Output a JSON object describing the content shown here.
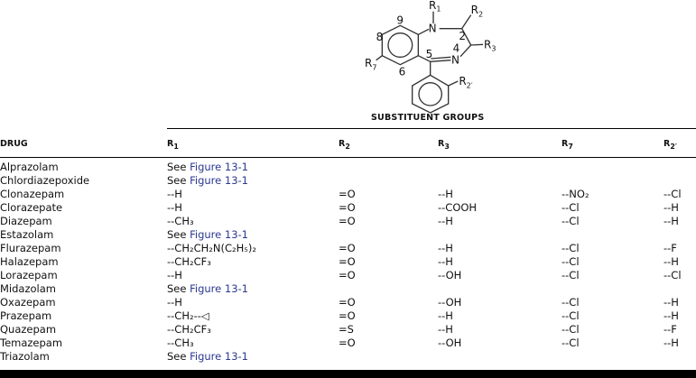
{
  "structure": {
    "labels": {
      "R1": "R",
      "R1s": "1",
      "R2": "R",
      "R2s": "2",
      "R3": "R",
      "R3s": "3",
      "R7": "R",
      "R7s": "7",
      "R2p": "R",
      "R2ps": "2′",
      "N1": "N",
      "N4": "N",
      "n2": "2",
      "n4": "4",
      "n5": "5",
      "n6": "6",
      "n8": "8",
      "n9": "9"
    },
    "title": "SUBSTITUENT GROUPS"
  },
  "table": {
    "headers": [
      "DRUG",
      "R",
      "R",
      "R",
      "R",
      "R"
    ],
    "header_subs": [
      "",
      "1",
      "2",
      "3",
      "7",
      "2′"
    ],
    "rows": [
      {
        "drug": "Alprazolam",
        "r1_prefix": "See ",
        "r1_link": "Figure 13-1"
      },
      {
        "drug": "Chlordiazepoxide",
        "r1_prefix": "See ",
        "r1_link": "Figure 13-1"
      },
      {
        "drug": "Clonazepam",
        "r1": "--H",
        "r2": "=O",
        "r3": "--H",
        "r7": "--NO₂",
        "r2p": "--Cl"
      },
      {
        "drug": "Clorazepate",
        "r1": "--H",
        "r2": "=O",
        "r3": "--COOH",
        "r7": "--Cl",
        "r2p": "--H"
      },
      {
        "drug": "Diazepam",
        "r1": "--CH₃",
        "r2": "=O",
        "r3": "--H",
        "r7": "--Cl",
        "r2p": "--H"
      },
      {
        "drug": "Estazolam",
        "r1_prefix": "See ",
        "r1_link": "Figure 13-1"
      },
      {
        "drug": "Flurazepam",
        "r1": "--CH₂CH₂N(C₂H₅)₂",
        "r2": "=O",
        "r3": "--H",
        "r7": "--Cl",
        "r2p": "--F"
      },
      {
        "drug": "Halazepam",
        "r1": "--CH₂CF₃",
        "r2": "=O",
        "r3": "--H",
        "r7": "--Cl",
        "r2p": "--H"
      },
      {
        "drug": "Lorazepam",
        "r1": "--H",
        "r2": "=O",
        "r3": "--OH",
        "r7": "--Cl",
        "r2p": "--Cl"
      },
      {
        "drug": "Midazolam",
        "r1_prefix": "See ",
        "r1_link": "Figure 13-1"
      },
      {
        "drug": "Oxazepam",
        "r1": "--H",
        "r2": "=O",
        "r3": "--OH",
        "r7": "--Cl",
        "r2p": "--H"
      },
      {
        "drug": "Prazepam",
        "r1": "--CH₂--◁",
        "r2": "=O",
        "r3": "--H",
        "r7": "--Cl",
        "r2p": "--H"
      },
      {
        "drug": "Quazepam",
        "r1": "--CH₂CF₃",
        "r2": "=S",
        "r3": "--H",
        "r7": "--Cl",
        "r2p": "--F"
      },
      {
        "drug": "Temazepam",
        "r1": "--CH₃",
        "r2": "=O",
        "r3": "--OH",
        "r7": "--Cl",
        "r2p": "--H"
      },
      {
        "drug": "Triazolam",
        "r1_prefix": "See ",
        "r1_link": "Figure 13-1"
      }
    ]
  },
  "colors": {
    "link": "#2b3990"
  }
}
